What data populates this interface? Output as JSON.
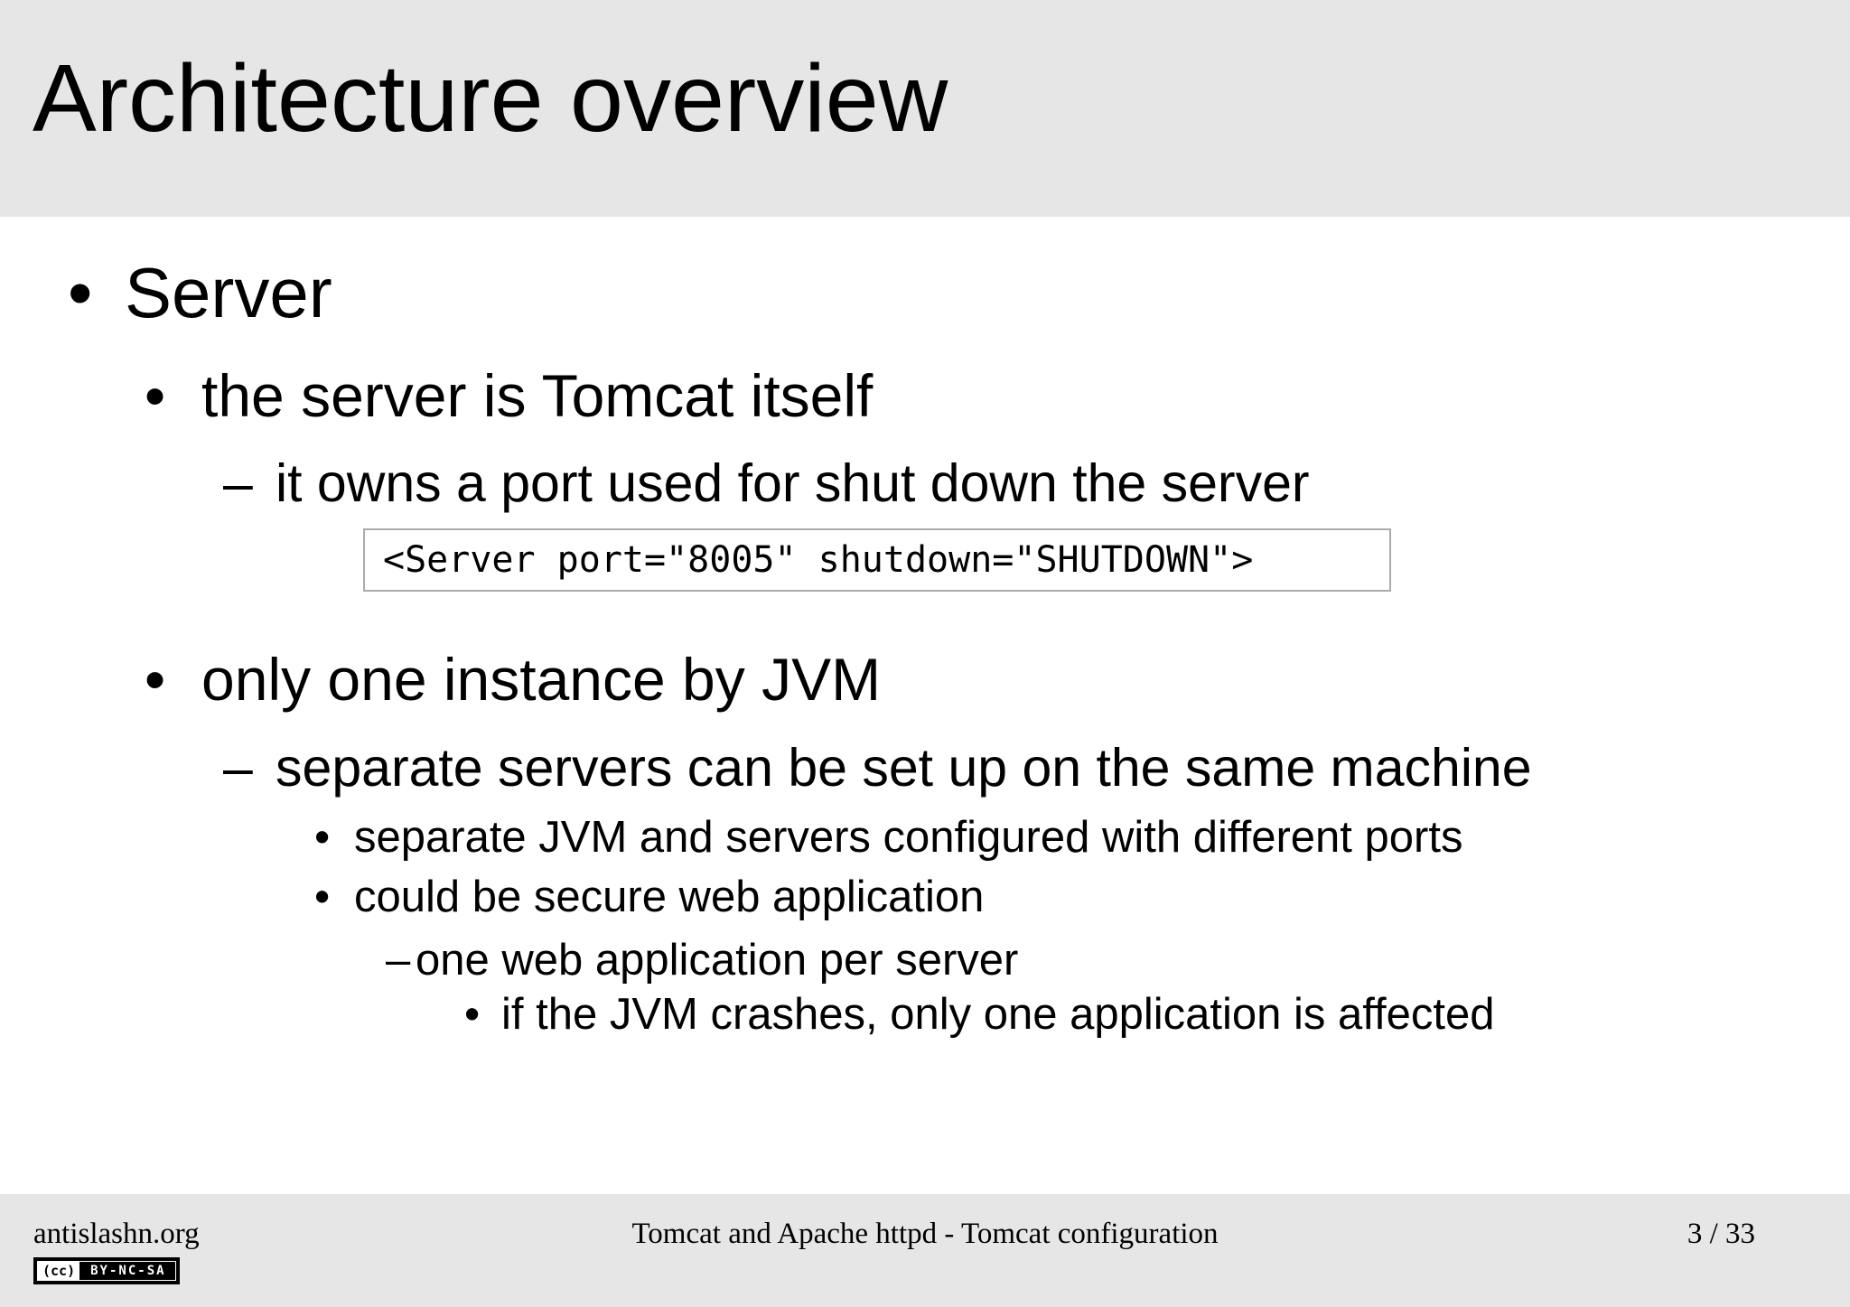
{
  "slide": {
    "title": "Architecture overview",
    "bullets": [
      {
        "level": 1,
        "marker": "•",
        "text": "Server"
      },
      {
        "level": 2,
        "marker": "•",
        "text": "the server is Tomcat itself"
      },
      {
        "level": 3,
        "marker": "–",
        "text": "it owns a port used for shut down the server"
      },
      {
        "level": 2,
        "marker": "•",
        "text": "only one instance by JVM"
      },
      {
        "level": 3,
        "marker": "–",
        "text": "separate servers can be set up on the same machine"
      },
      {
        "level": 4,
        "marker": "•",
        "text": "separate JVM and servers configured with different ports"
      },
      {
        "level": 4,
        "marker": "•",
        "text": "could be secure web application"
      },
      {
        "level": 5,
        "marker": "–",
        "text": "one web application per server"
      },
      {
        "level": 6,
        "marker": "•",
        "text": "if the JVM crashes, only one application is affected"
      }
    ],
    "code_snippet": "<Server port=\"8005\" shutdown=\"SHUTDOWN\">",
    "footer": {
      "site": "antislashn.org",
      "deck_title": "Tomcat and Apache httpd - Tomcat configuration",
      "page_number": "3 / 33",
      "license": {
        "logo": "(cc)",
        "label": "BY-NC-SA"
      }
    },
    "colors": {
      "band_background": "#e6e6e6",
      "text": "#000000",
      "code_border": "#ababab"
    }
  }
}
